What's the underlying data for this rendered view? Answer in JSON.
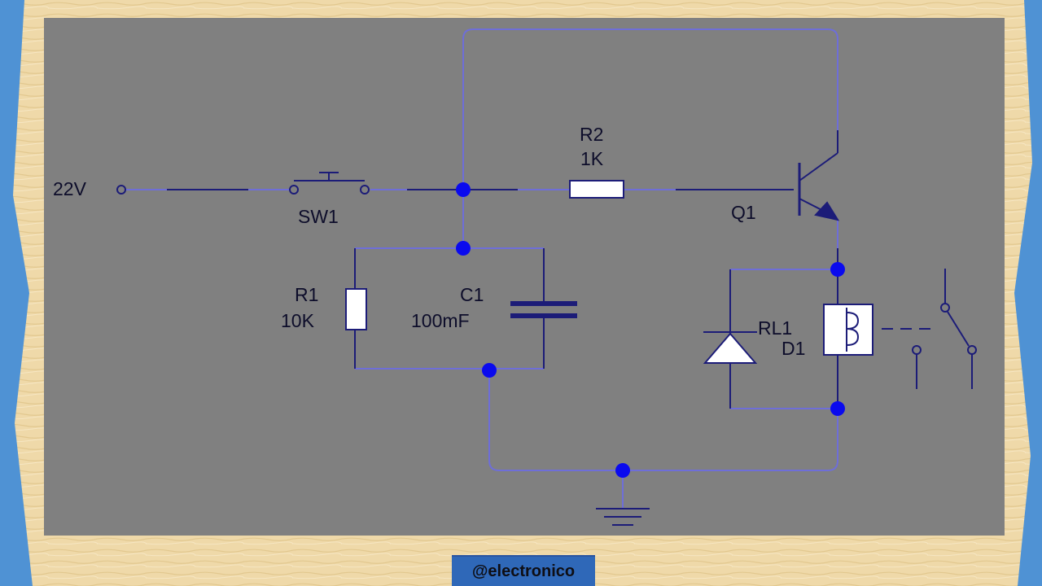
{
  "colors": {
    "background": "#808080",
    "wire": "#6e6ed8",
    "component": "#1c1c78",
    "node": "#0a0aee",
    "frame_wood": "#efd9a9",
    "frame_blue": "#4f92d4"
  },
  "labels": {
    "v_source": "22V",
    "sw1": "SW1",
    "r2_name": "R2",
    "r2_value": "1K",
    "q1": "Q1",
    "r1_name": "R1",
    "r1_value": "10K",
    "c1_name": "C1",
    "c1_value": "100mF",
    "rl1": "RL1",
    "d1": "D1"
  },
  "watermark": "@electronico"
}
